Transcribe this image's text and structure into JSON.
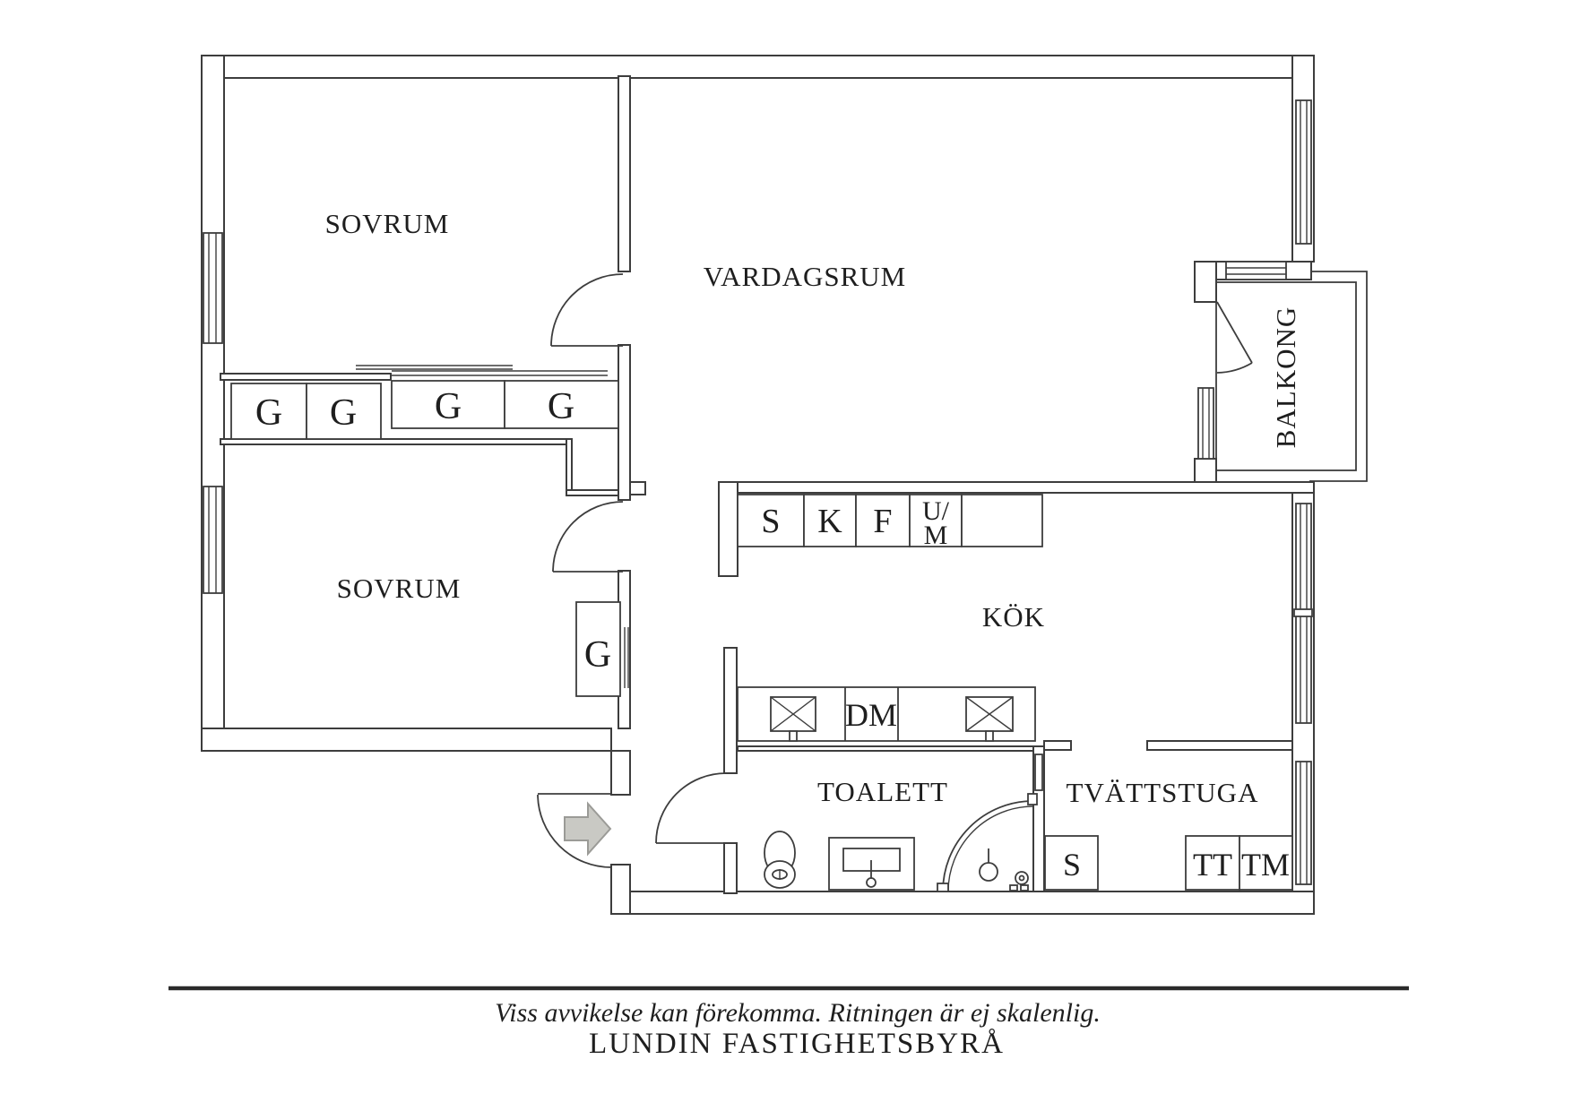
{
  "rooms": {
    "bedroom_top": "SOVRUM",
    "bedroom_bottom": "SOVRUM",
    "living_room": "VARDAGSRUM",
    "kitchen": "KÖK",
    "toilet": "TOALETT",
    "laundry": "TVÄTTSTUGA",
    "balcony": "BALKONG"
  },
  "wardrobes": {
    "g1": "G",
    "g2": "G",
    "g3": "G",
    "g4": "G",
    "g5": "G"
  },
  "kitchen_units": {
    "s": "S",
    "k": "K",
    "f": "F",
    "um_top": "U/",
    "um_bottom": "M",
    "dm": "DM"
  },
  "laundry_units": {
    "s": "S",
    "tt": "TT",
    "tm": "TM"
  },
  "footer": {
    "disclaimer": "Viss avvikelse kan förekomma. Ritningen är ej skalenlig.",
    "company": "LUNDIN FASTIGHETSBYRÅ"
  },
  "colors": {
    "background": "#ffffff",
    "wall_line": "#3d3d3d",
    "text": "#1e1e1e",
    "arrow_fill": "#c9c9c4",
    "arrow_stroke": "#9b9b97"
  }
}
